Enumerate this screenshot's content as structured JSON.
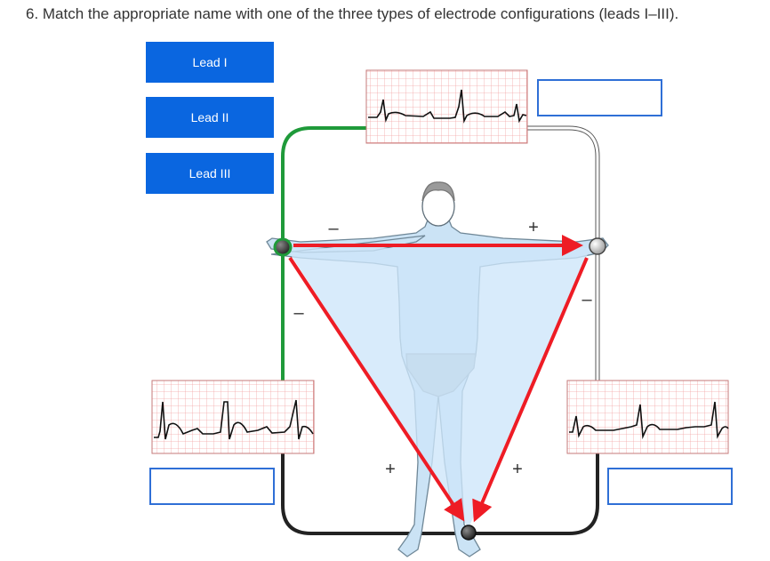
{
  "question": "6. Match the appropriate name with one of the three types of electrode configurations (leads I–III).",
  "drag_items": [
    {
      "label": "Lead I"
    },
    {
      "label": "Lead II"
    },
    {
      "label": "Lead III"
    }
  ],
  "drop_targets": [
    {
      "position": "top-right",
      "value": ""
    },
    {
      "position": "bottom-left",
      "value": ""
    },
    {
      "position": "bottom-right",
      "value": ""
    }
  ],
  "diagram": {
    "top_left_arm_sign": "–",
    "top_right_arm_sign": "+",
    "left_side_sign": "–",
    "right_side_sign": "–",
    "bottom_left_sign": "+",
    "bottom_right_sign": "+",
    "colors": {
      "lead_wire_green": "#1f9a3a",
      "lead_wire_white": "#ffffff",
      "lead_wire_black": "#222222",
      "arrow_red": "#ee1c25",
      "triangle_fill": "#cde6fa",
      "ecg_grid": "#f4a6a6"
    }
  }
}
